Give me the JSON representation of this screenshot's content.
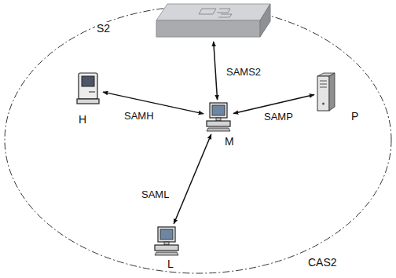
{
  "diagram": {
    "nodes": [
      {
        "text": [
          "CAS2"
        ]
      },
      {
        "text": [
          "S2"
        ],
        "in": 0
      },
      {
        "text": [
          "H"
        ],
        "in": 0
      },
      {
        "text": [
          "M"
        ],
        "in": 0
      },
      {
        "text": [
          "P"
        ],
        "in": 0
      },
      {
        "text": [
          "L"
        ],
        "in": 0
      }
    ],
    "edges": [
      {
        "from": 3,
        "to": 1,
        "arrow": "both",
        "label": "SAMS2"
      },
      {
        "from": 3,
        "to": 2,
        "arrow": "both",
        "label": "SAMH"
      },
      {
        "from": 3,
        "to": 4,
        "arrow": "both",
        "label": "SAMP"
      },
      {
        "from": 3,
        "to": 5,
        "arrow": "both",
        "label": "SAML"
      }
    ]
  }
}
